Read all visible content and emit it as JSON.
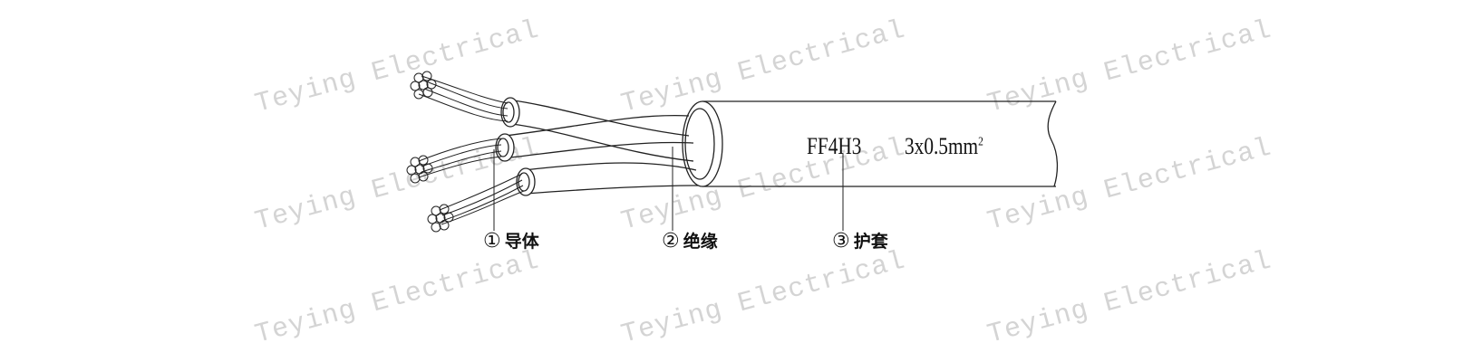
{
  "watermark": "Teying Electrical",
  "marking": {
    "model": "FF4H3",
    "size": "3x0.5mm",
    "size_sup": "2"
  },
  "callouts": [
    {
      "num": "①",
      "text": "导体"
    },
    {
      "num": "②",
      "text": "绝缘"
    },
    {
      "num": "③",
      "text": "护套"
    }
  ],
  "colors": {
    "line": "#222222",
    "watermark": "#d4d4d4"
  }
}
